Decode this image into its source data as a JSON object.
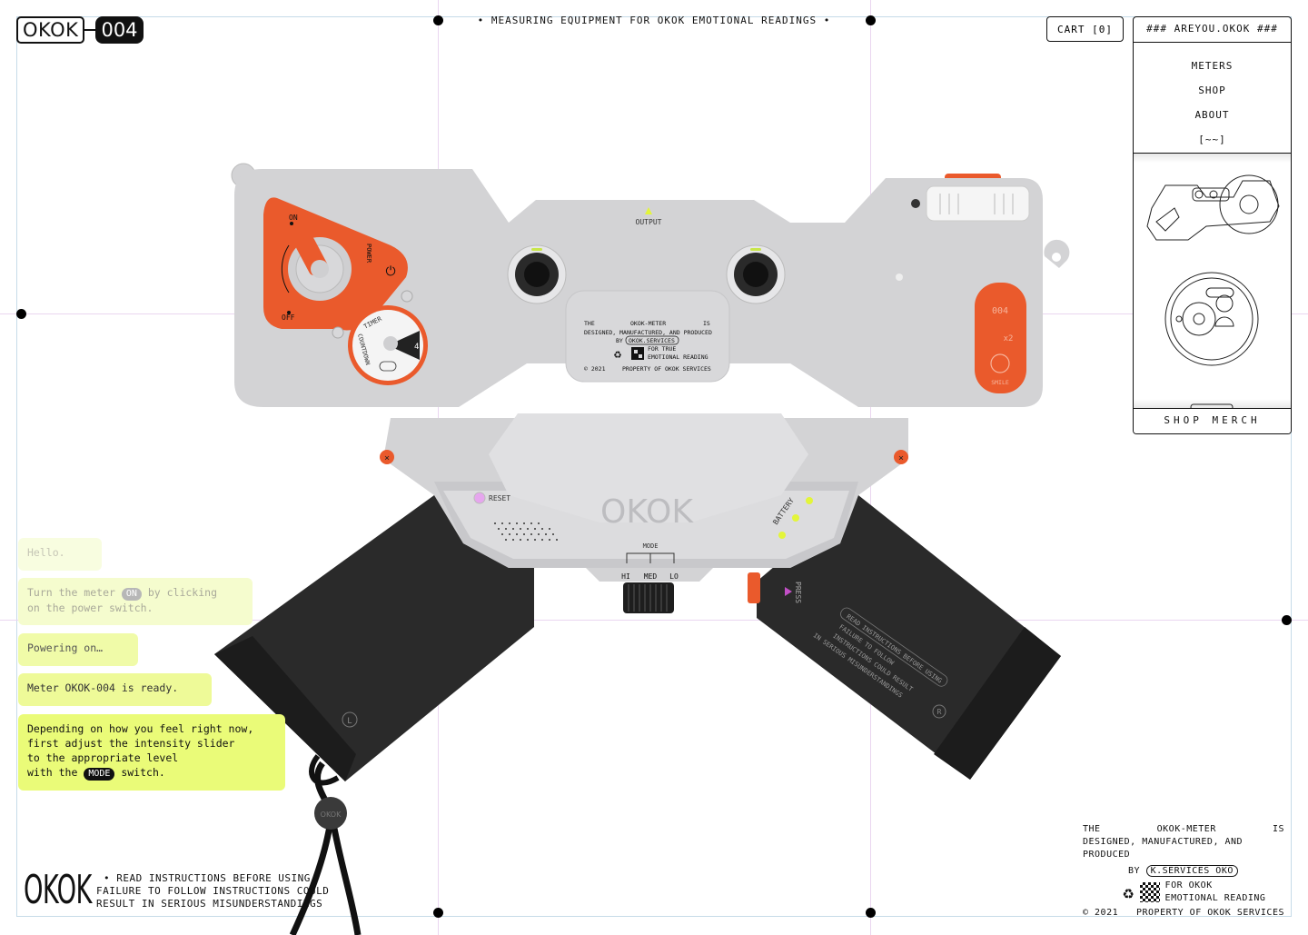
{
  "header": {
    "logo_text": "OKOK",
    "logo_number": "004",
    "tagline": "• MEASURING EQUIPMENT FOR OKOK EMOTIONAL READINGS •",
    "cart_label": "CART [0]"
  },
  "menu": {
    "title": "### AREYOU.OKOK ###",
    "items": [
      {
        "label": "METERS"
      },
      {
        "label": "SHOP"
      },
      {
        "label": "ABOUT"
      },
      {
        "label": "[~~]"
      }
    ],
    "shop_label": "SHOP MERCH"
  },
  "device": {
    "output_label": "OUTPUT",
    "power_on": "ON",
    "power_off": "OFF",
    "power_label": "POWER",
    "timer_label": "TIMER",
    "countdown_label": "COUNTDOWN",
    "timer_value": "4",
    "badge_number": "004",
    "multiplier": "x2",
    "smile_label": "SMILE",
    "plate_lines": [
      "THE",
      "OKOK-METER",
      "IS",
      "DESIGNED, MANUFACTURED, AND PRODUCED",
      "BY",
      "OKOK.SERVICES",
      "FOR TRUE",
      "EMOTIONAL READING",
      "© 2021",
      "PROPERTY OF OKOK SERVICES"
    ],
    "body_logo": "OKOK",
    "reset_label": "RESET",
    "battery_label": "BATTERY",
    "mode_label": "MODE",
    "mode_options": [
      "HI",
      "MED",
      "LO"
    ],
    "press_label": "PRESS",
    "left_mark": "L",
    "right_mark": "R",
    "strap_logo": "OKOK",
    "grip_warning_1": "READ INSTRUCTIONS BEFORE USING",
    "grip_warning_2": "FAILURE TO FOLLOW",
    "grip_warning_3": "INSTRUCTIONS COULD RESULT",
    "grip_warning_4": "IN SERIOUS MISUNDERSTANDINGS"
  },
  "chat": [
    {
      "text": "Hello."
    },
    {
      "pre": "Turn the meter ",
      "pill": "ON",
      "post": " by clicking",
      "line2": "on the power switch."
    },
    {
      "text": "Powering on…"
    },
    {
      "text": "Meter OKOK-004 is ready."
    },
    {
      "line1": "Depending on how you feel right now,",
      "line2": "first adjust the intensity slider",
      "line3": "to the appropriate level",
      "pre4": "with the ",
      "pill": "MODE",
      "post4": " switch."
    }
  ],
  "footer": {
    "logo": "OKOK",
    "warning_lines": [
      "• READ INSTRUCTIONS BEFORE USING",
      "FAILURE TO FOLLOW INSTRUCTIONS COULD",
      "RESULT IN SERIOUS MISUNDERSTANDINGS"
    ],
    "credit": {
      "the": "THE",
      "product": "OKOK-METER",
      "is": "IS",
      "line2": "DESIGNED, MANUFACTURED, AND PRODUCED",
      "by": "BY",
      "services": "K.SERVICES OKO",
      "for_okok": "FOR OKOK",
      "emotional": "EMOTIONAL READING",
      "year": "© 2021",
      "property": "PROPERTY OF OKOK SERVICES"
    }
  },
  "colors": {
    "accent_orange": "#ea5a2c",
    "device_gray": "#d3d3d5",
    "bubble_yellow": "#eefb8a",
    "led_yellow": "#e3f53a",
    "reset_pink": "#e6a6ee"
  }
}
